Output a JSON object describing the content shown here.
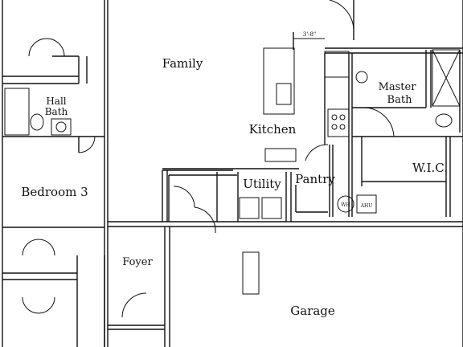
{
  "rooms": {
    "family": "Family",
    "hall_bath": "Hall Bath",
    "hall_bath_line1": "Hall",
    "hall_bath_line2": "Bath",
    "bedroom3": "Bedroom 3",
    "kitchen": "Kitchen",
    "master_bath_line1": "Master",
    "master_bath_line2": "Bath",
    "wic": "W.I.C.",
    "utility": "Utility",
    "pantry": "Pantry",
    "foyer": "Foyer",
    "garage": "Garage"
  },
  "equipment": {
    "water_heater": "WH",
    "air_handler": "AHU"
  },
  "dimension": "3'-8\"",
  "colors": {
    "wall": "#111111",
    "background": "#ffffff"
  }
}
